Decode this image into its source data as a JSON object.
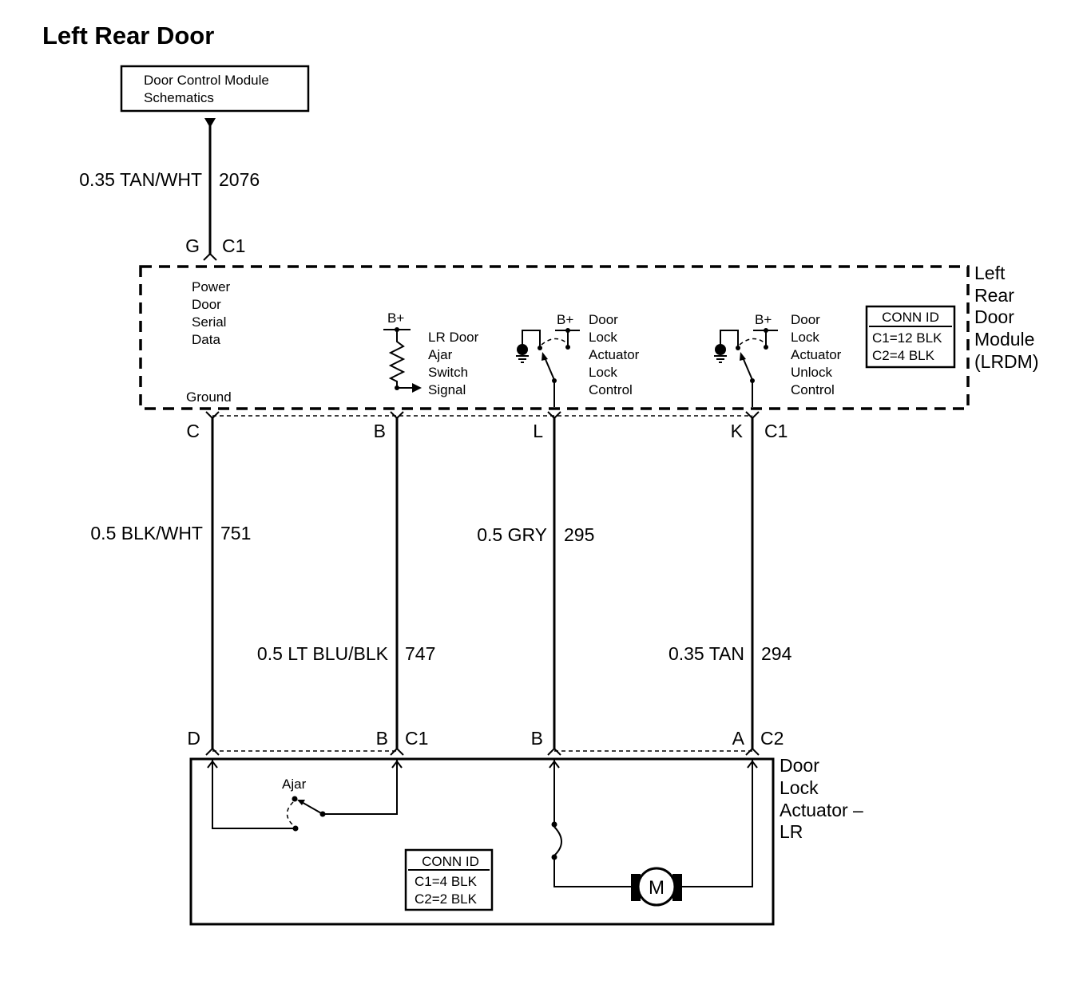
{
  "title": "Left Rear Door",
  "dcm_box": {
    "line1": "Door Control Module",
    "line2": "Schematics"
  },
  "wires": {
    "w2076": {
      "gauge_color": "0.35 TAN/WHT",
      "circuit": "2076"
    },
    "w751": {
      "gauge_color": "0.5 BLK/WHT",
      "circuit": "751"
    },
    "w747": {
      "gauge_color": "0.5 LT BLU/BLK",
      "circuit": "747"
    },
    "w295": {
      "gauge_color": "0.5 GRY",
      "circuit": "295"
    },
    "w294": {
      "gauge_color": "0.35 TAN",
      "circuit": "294"
    }
  },
  "pins": {
    "top_g": "G",
    "top_c1": "C1",
    "mod_c": "C",
    "mod_b": "B",
    "mod_l": "L",
    "mod_k": "K",
    "mod_c1": "C1",
    "act_d": "D",
    "act_b1": "B",
    "act_c1": "C1",
    "act_b2": "B",
    "act_a": "A",
    "act_c2": "C2"
  },
  "module": {
    "name": [
      "Left",
      "Rear",
      "Door",
      "Module",
      "(LRDM)"
    ],
    "serial_label": [
      "Power",
      "Door",
      "Serial",
      "Data"
    ],
    "ground_label": "Ground",
    "bplus": "B+",
    "ajar_label": [
      "LR Door",
      "Ajar",
      "Switch",
      "Signal"
    ],
    "lock_label": [
      "Door",
      "Lock",
      "Actuator",
      "Lock",
      "Control"
    ],
    "unlock_label": [
      "Door",
      "Lock",
      "Actuator",
      "Unlock",
      "Control"
    ],
    "conn_id": {
      "header": "CONN ID",
      "c1": "C1=12 BLK",
      "c2": "C2=4 BLK"
    }
  },
  "actuator": {
    "name": [
      "Door",
      "Lock",
      "Actuator –",
      "LR"
    ],
    "ajar": "Ajar",
    "motor": "M",
    "conn_id": {
      "header": "CONN ID",
      "c1": "C1=4 BLK",
      "c2": "C2=2 BLK"
    }
  }
}
